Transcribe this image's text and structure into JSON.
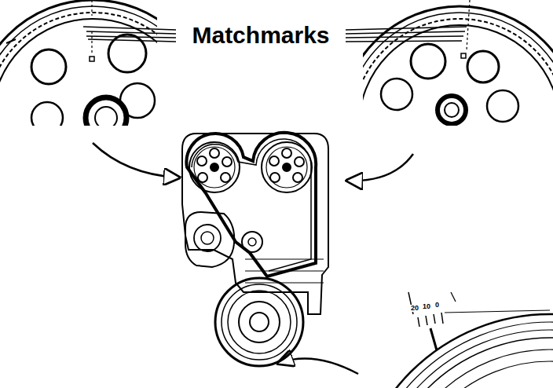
{
  "diagram": {
    "labels": [
      "Matchmarks",
      "20",
      "10",
      "0"
    ]
  }
}
